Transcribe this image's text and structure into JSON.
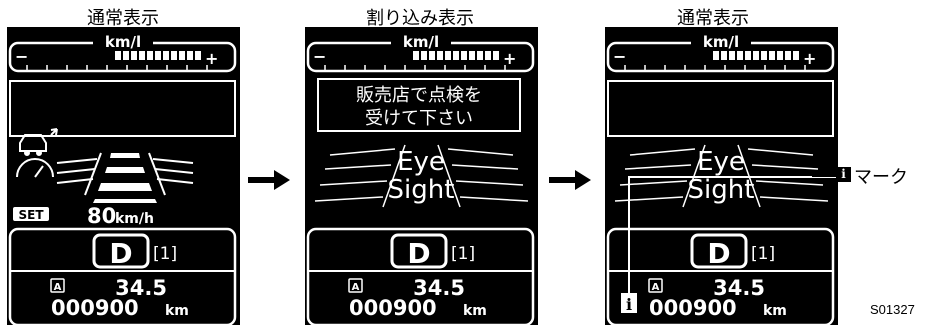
{
  "captions": [
    "通常表示",
    "割り込み表示",
    "通常表示"
  ],
  "gauge": {
    "unit": "km/l",
    "minus": "−",
    "plus": "+"
  },
  "interrupt_message": {
    "line1": "販売店で点検を",
    "line2": "受けて下さい"
  },
  "set_badge": "SET",
  "set_speed": "80",
  "speed_unit": "km/h",
  "eyesight": {
    "line1": "Eye",
    "line2": "Sight"
  },
  "gear": {
    "position": "D",
    "sub": "[1]"
  },
  "trip": {
    "label": "A",
    "value": "34.5"
  },
  "odometer": {
    "value": "000900",
    "unit": "km"
  },
  "info_mark": {
    "icon": "i",
    "label": "マーク"
  },
  "figure_code": "S01327"
}
